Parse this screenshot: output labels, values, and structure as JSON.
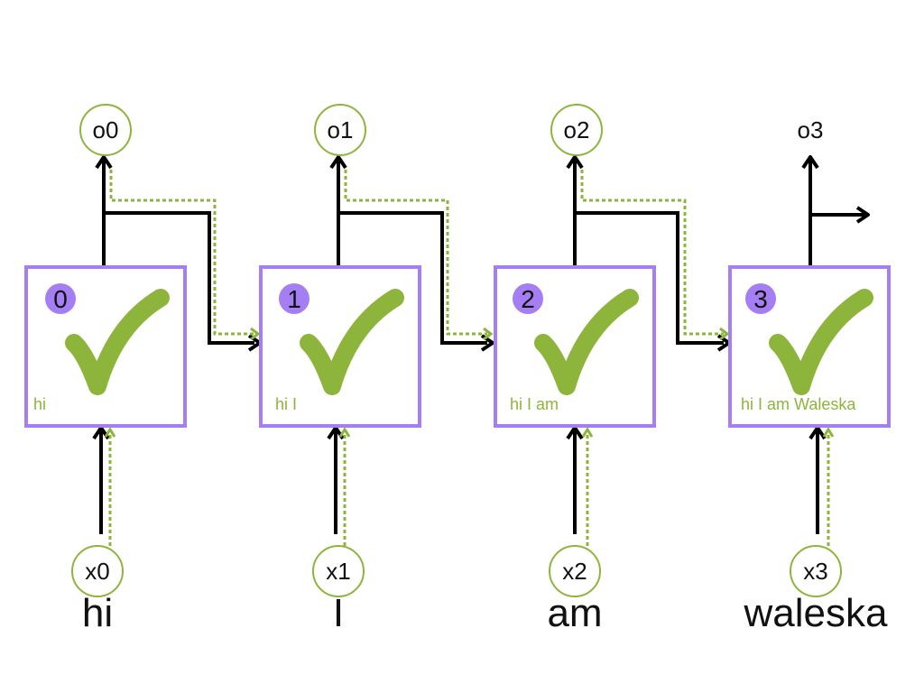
{
  "colors": {
    "box_border": "#a57ef4",
    "badge_fill": "#a57ef4",
    "green": "#8db53c",
    "black": "#000000"
  },
  "cells": [
    {
      "index": "0",
      "output": "o0",
      "input": "x0",
      "word": "hi",
      "state": "hi",
      "output_circled": true
    },
    {
      "index": "1",
      "output": "o1",
      "input": "x1",
      "word": "I",
      "state": "hi I",
      "output_circled": true
    },
    {
      "index": "2",
      "output": "o2",
      "input": "x2",
      "word": "am",
      "state": "hi I am",
      "output_circled": true
    },
    {
      "index": "3",
      "output": "o3",
      "input": "x3",
      "word": "waleska",
      "state": "hi I am Waleska",
      "output_circled": false
    }
  ],
  "icons": {
    "check": "check-icon"
  }
}
